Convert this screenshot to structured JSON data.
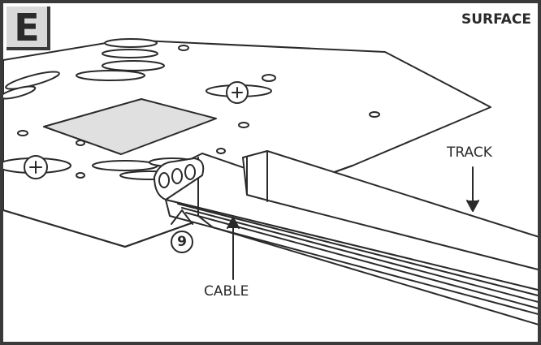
{
  "step": {
    "letter": "E"
  },
  "mount_type": "SURFACE",
  "callouts": {
    "track": "TRACK",
    "cable": "CABLE",
    "part_number": "9"
  },
  "colors": {
    "outline": "#2a2a2a",
    "plate_fill": "#ffffff",
    "square_fill": "#e0e0e0",
    "letter_box_fill": "#d9d9d9"
  }
}
